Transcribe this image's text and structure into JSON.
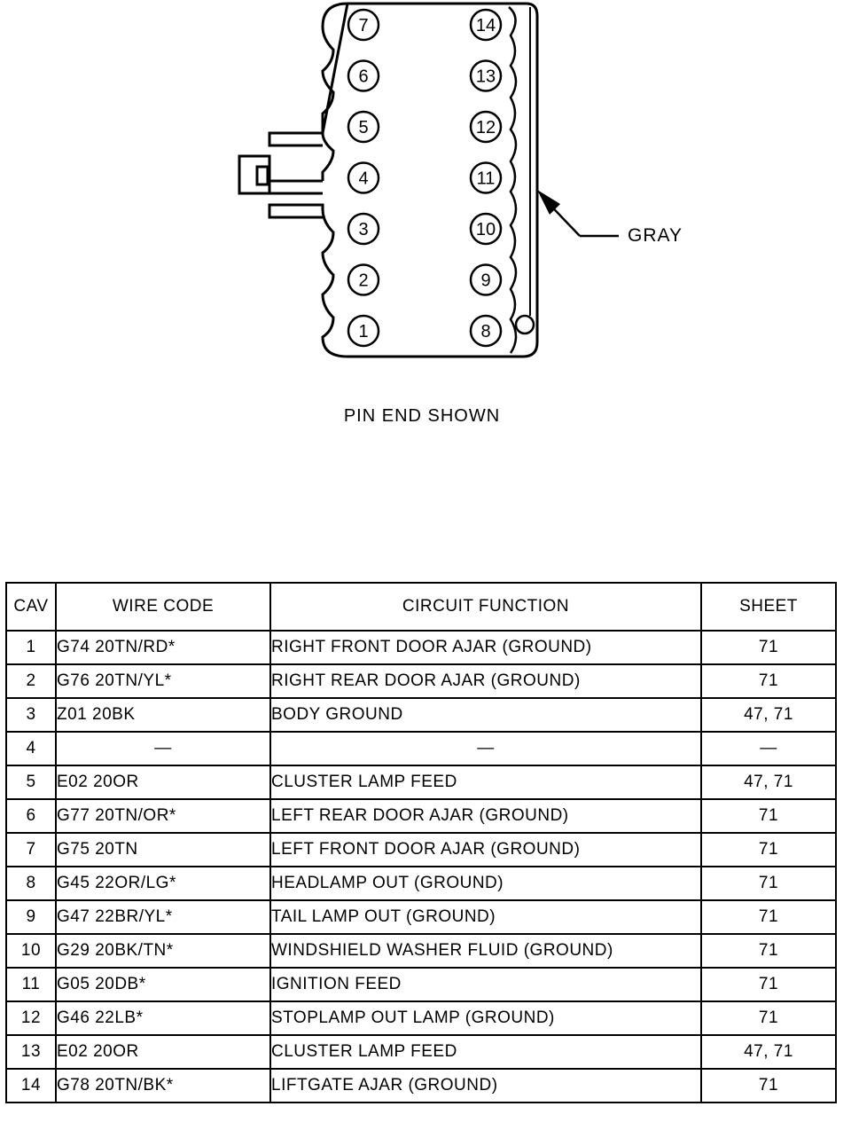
{
  "connector": {
    "label": "GRAY",
    "caption": "PIN END SHOWN",
    "left_pins": [
      "7",
      "6",
      "5",
      "4",
      "3",
      "2",
      "1"
    ],
    "right_pins": [
      "14",
      "13",
      "12",
      "11",
      "10",
      "9",
      "8"
    ]
  },
  "table": {
    "headers": [
      "CAV",
      "WIRE CODE",
      "CIRCUIT FUNCTION",
      "SHEET"
    ],
    "rows": [
      {
        "cav": "1",
        "code": "G74 20TN/RD*",
        "func": "RIGHT FRONT DOOR AJAR (GROUND)",
        "sheet": "71"
      },
      {
        "cav": "2",
        "code": "G76 20TN/YL*",
        "func": "RIGHT REAR DOOR AJAR (GROUND)",
        "sheet": "71"
      },
      {
        "cav": "3",
        "code": "Z01 20BK",
        "func": "BODY GROUND",
        "sheet": "47, 71"
      },
      {
        "cav": "4",
        "code": "—",
        "func": "—",
        "sheet": "—"
      },
      {
        "cav": "5",
        "code": "E02 20OR",
        "func": "CLUSTER LAMP FEED",
        "sheet": "47, 71"
      },
      {
        "cav": "6",
        "code": "G77 20TN/OR*",
        "func": "LEFT REAR DOOR AJAR (GROUND)",
        "sheet": "71"
      },
      {
        "cav": "7",
        "code": "G75 20TN",
        "func": "LEFT FRONT DOOR AJAR (GROUND)",
        "sheet": "71"
      },
      {
        "cav": "8",
        "code": "G45 22OR/LG*",
        "func": "HEADLAMP OUT (GROUND)",
        "sheet": "71"
      },
      {
        "cav": "9",
        "code": "G47 22BR/YL*",
        "func": "TAIL LAMP OUT (GROUND)",
        "sheet": "71"
      },
      {
        "cav": "10",
        "code": "G29 20BK/TN*",
        "func": "WINDSHIELD WASHER FLUID (GROUND)",
        "sheet": "71"
      },
      {
        "cav": "11",
        "code": "G05 20DB*",
        "func": "IGNITION FEED",
        "sheet": "71"
      },
      {
        "cav": "12",
        "code": "G46 22LB*",
        "func": "STOPLAMP OUT LAMP (GROUND)",
        "sheet": "71"
      },
      {
        "cav": "13",
        "code": "E02 20OR",
        "func": "CLUSTER LAMP FEED",
        "sheet": "47, 71"
      },
      {
        "cav": "14",
        "code": "G78 20TN/BK*",
        "func": "LIFTGATE AJAR (GROUND)",
        "sheet": "71"
      }
    ]
  }
}
